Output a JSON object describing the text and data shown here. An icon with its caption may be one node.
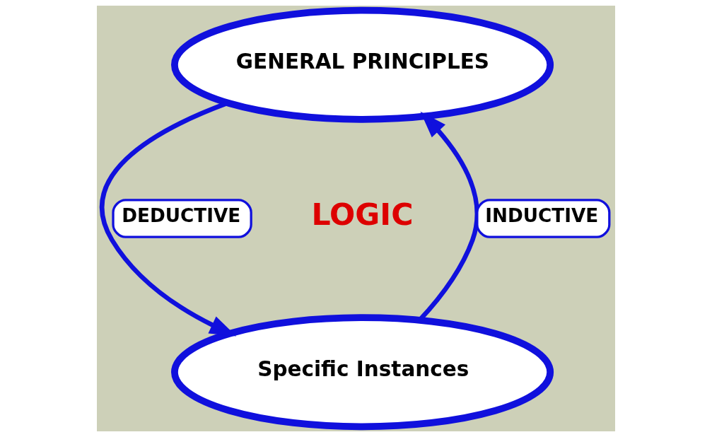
{
  "diagram": {
    "nodes": [
      {
        "text": [
          "GENERAL PRINCIPLES"
        ]
      },
      {
        "text": [
          "Specific Instances"
        ]
      }
    ],
    "edges": [
      {
        "from": 0,
        "to": 1,
        "arrow": "to",
        "label": "DEDUCTIVE"
      },
      {
        "from": 1,
        "to": 0,
        "arrow": "to",
        "label": "INDUCTIVE"
      }
    ],
    "labels": [
      "LOGIC"
    ]
  }
}
